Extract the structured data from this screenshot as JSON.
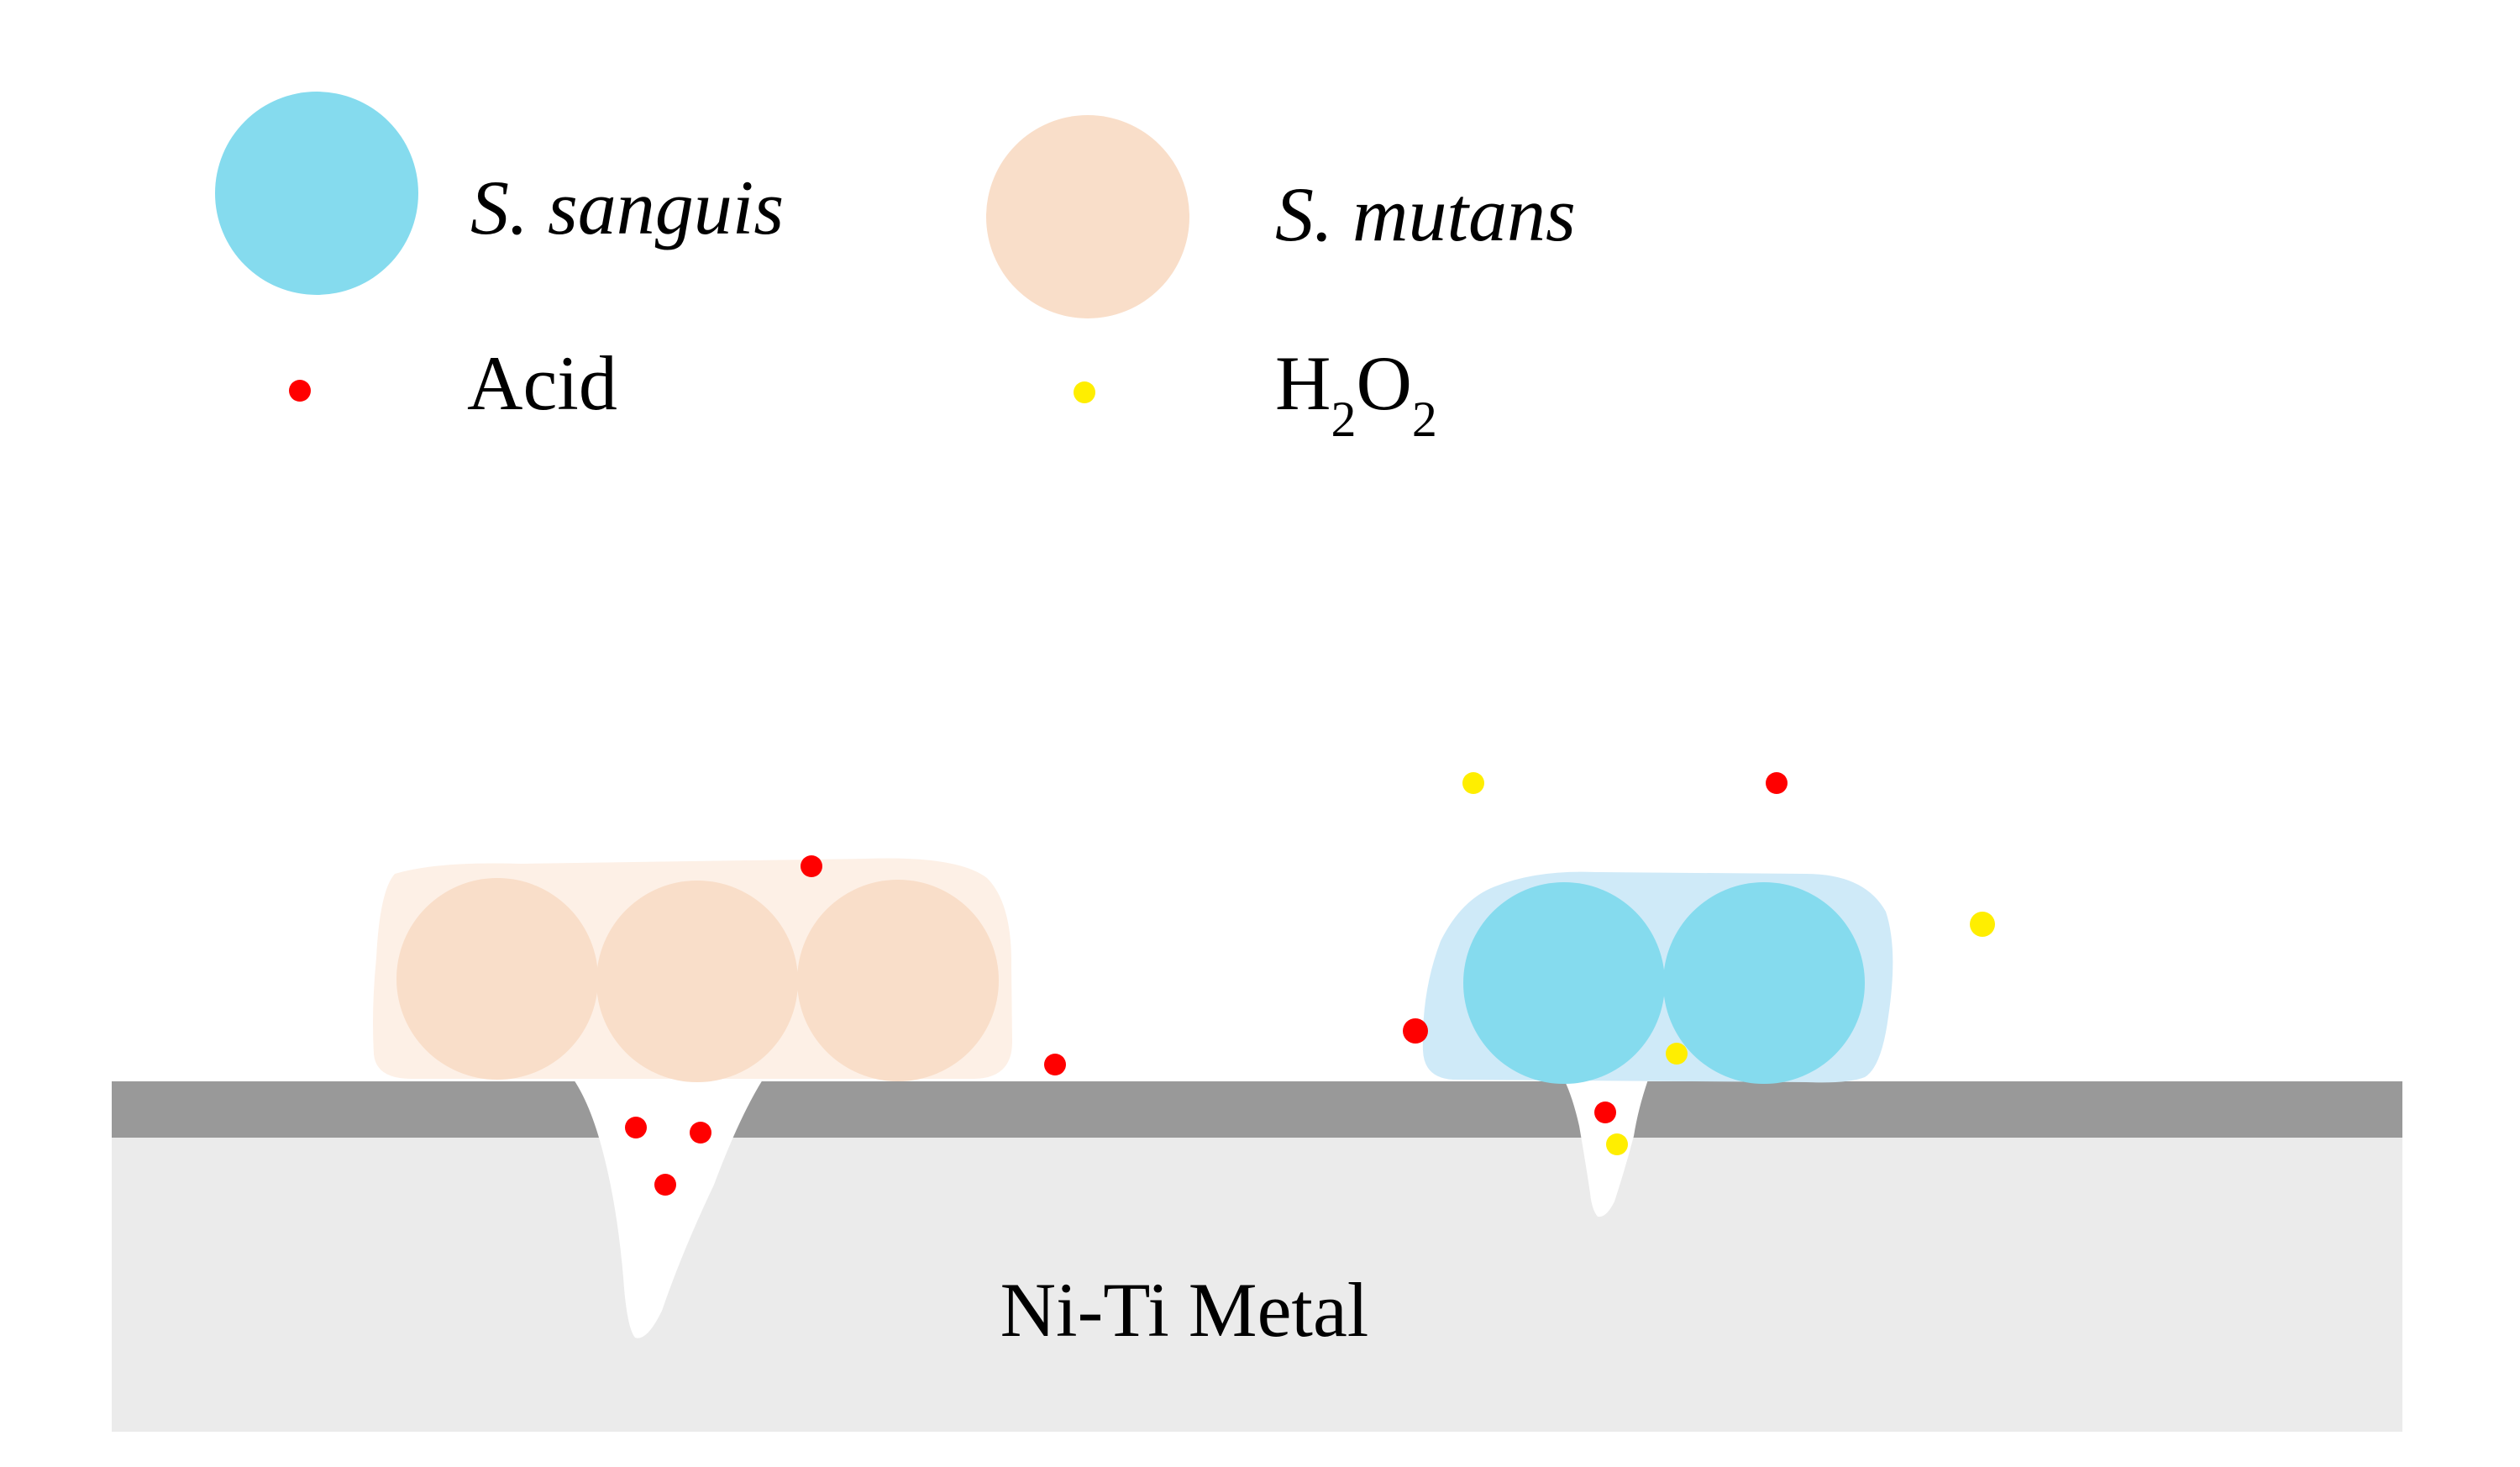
{
  "legend": {
    "s_sanguis": {
      "label": "S. sanguis",
      "color": "#85dbee",
      "icon": "blue-circle"
    },
    "s_mutans": {
      "label": "S. mutans",
      "color": "#f9dec9",
      "icon": "peach-circle"
    },
    "acid": {
      "label": "Acid",
      "color": "#ff0000",
      "icon": "red-dot"
    },
    "h2o2": {
      "label_main_1": "H",
      "label_sub_1": "2",
      "label_main_2": "O",
      "label_sub_2": "2",
      "color": "#ffee00",
      "icon": "yellow-dot"
    }
  },
  "metal": {
    "label": "Ni-Ti Metal",
    "surface_color": "#999999",
    "body_color": "#ebebeb"
  },
  "colors": {
    "mutans_biofilm": "#fdf0e6",
    "sanguis_biofilm": "#cfeaf8",
    "pit": "#ffffff"
  }
}
